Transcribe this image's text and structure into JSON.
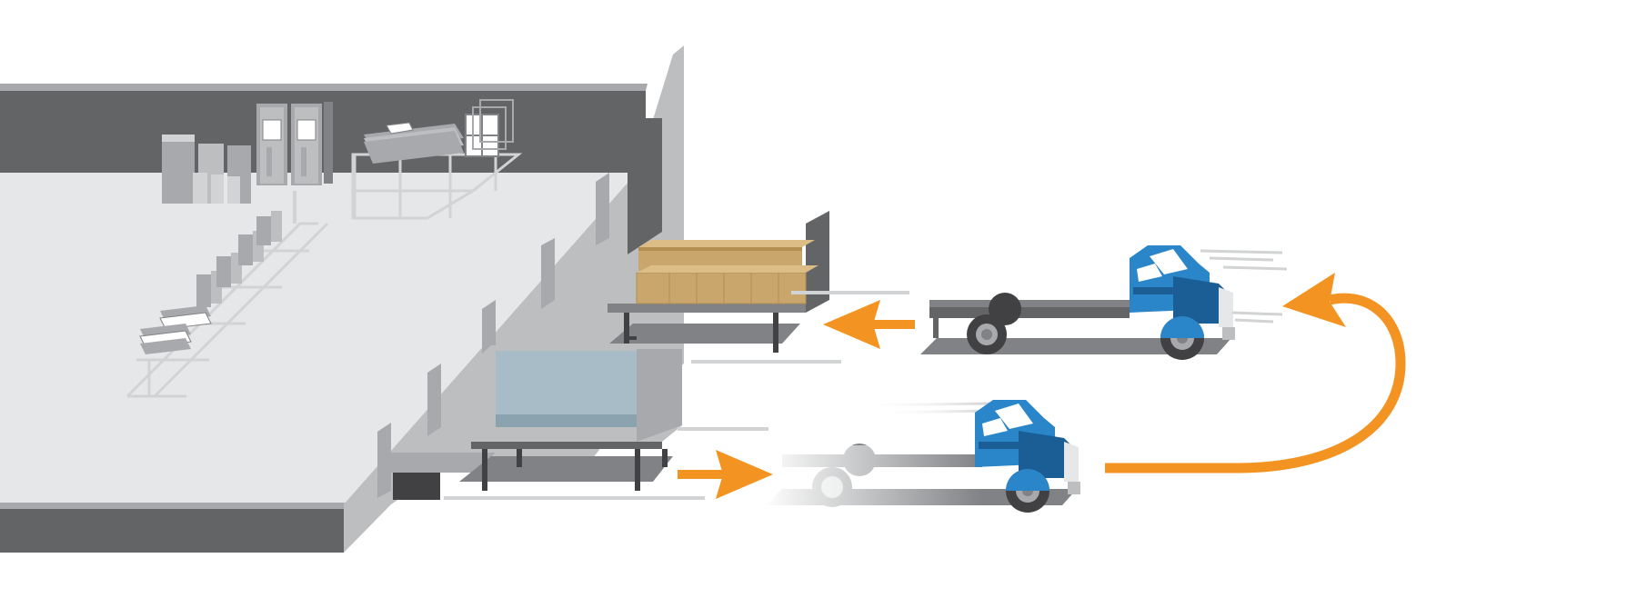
{
  "diagram": {
    "kind": "drop-and-hook-trailer-exchange",
    "elements": {
      "warehouse": "warehouse-with-loading-dock",
      "stored_goods": [
        "cabinets",
        "doors",
        "windows",
        "shelving"
      ],
      "trailers": [
        "flatbed-trailer-with-boxes",
        "enclosed-box-trailer"
      ],
      "trucks": [
        "arriving-truck-cab",
        "departing-truck-cab"
      ],
      "flow_arrows": [
        "to-flatbed-trailer",
        "from-box-trailer",
        "loop-back-to-trailer"
      ]
    },
    "colors": {
      "accent_arrow": "#f39322",
      "truck_blue": "#2a86c9",
      "truck_blue_dark": "#1b5e96",
      "box_tan": "#c9a66b",
      "wall_dark": "#636466",
      "floor": "#e6e7e8",
      "structure": "#bcbec0"
    }
  }
}
